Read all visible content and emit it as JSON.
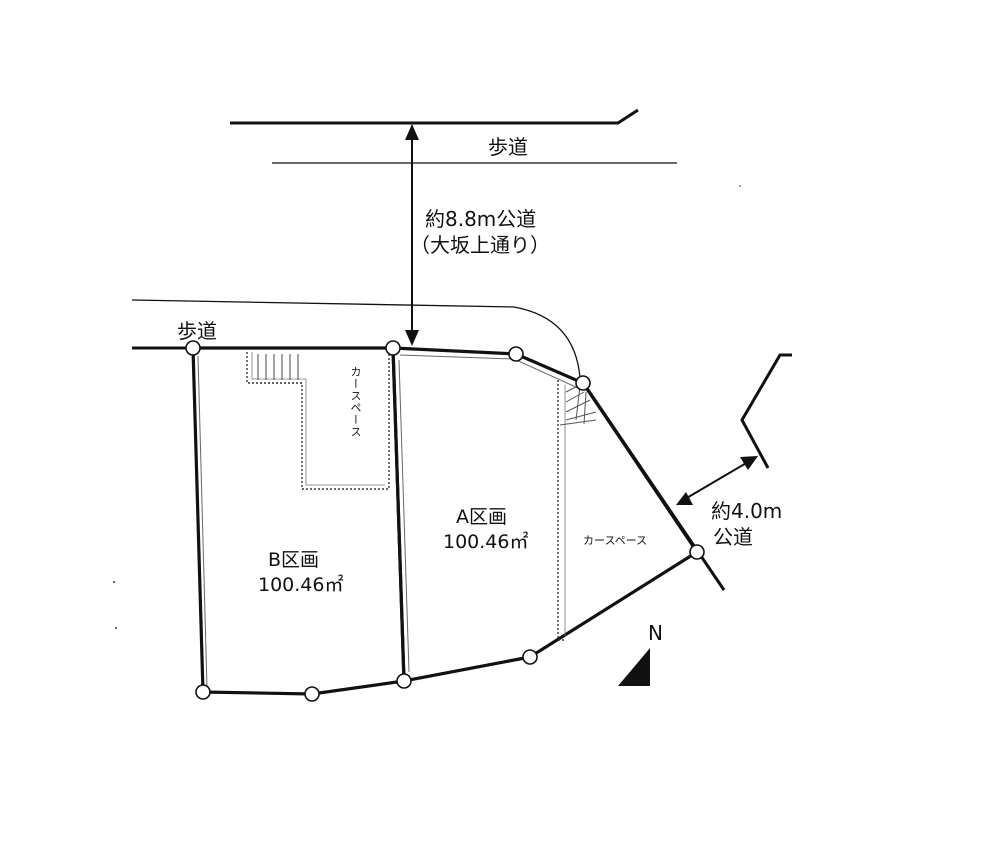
{
  "labels": {
    "sidewalk_top": "歩道",
    "sidewalk_left": "歩道",
    "main_road_line1": "約8.8m公道",
    "main_road_line2": "（大坂上通り）",
    "side_road_line1": "約4.0m",
    "side_road_line2": "公道",
    "north": "N"
  },
  "lots": [
    {
      "name": "B区画",
      "area": "100.46㎡"
    },
    {
      "name": "A区画",
      "area": "100.46㎡"
    }
  ],
  "car_space_b": "カースペース",
  "car_space_a": "カースペース"
}
